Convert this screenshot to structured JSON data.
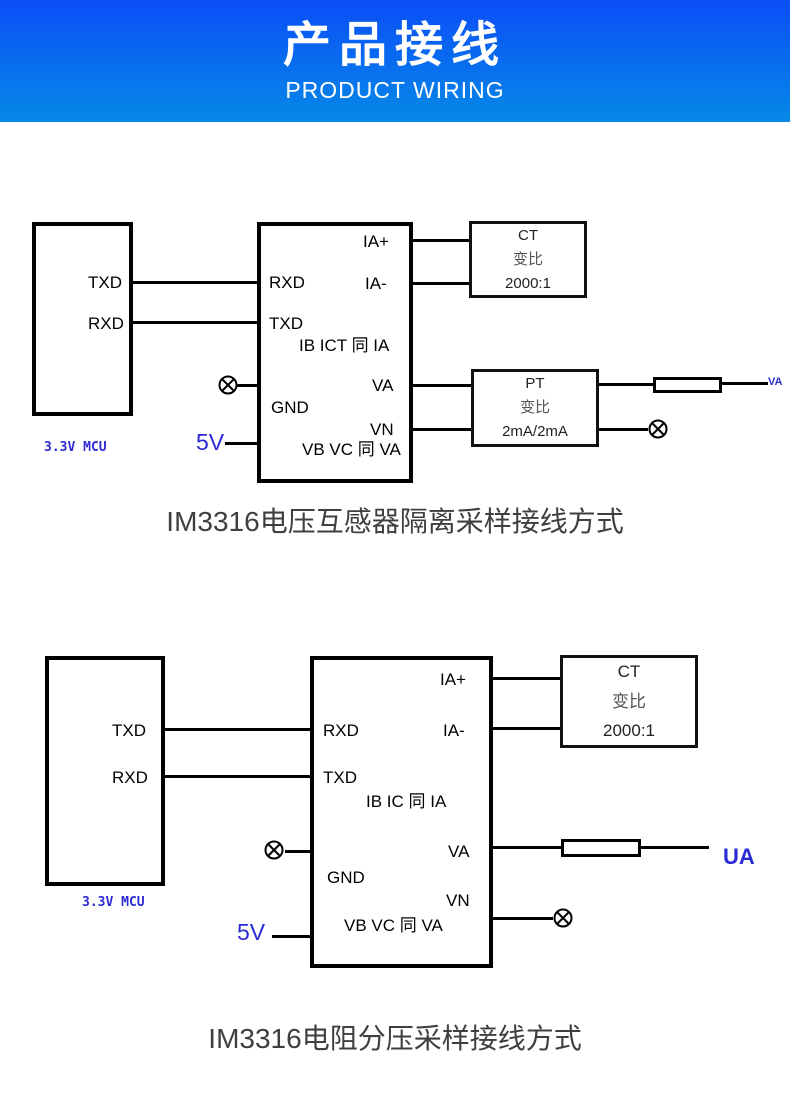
{
  "banner": {
    "title": "产品接线",
    "subtitle": "PRODUCT WIRING",
    "bg_top": "#0b4ef7",
    "bg_bottom": "#0689e7"
  },
  "colors": {
    "blue_label": "#2b2bd5",
    "wire": "#000000",
    "caption": "#3f3f3f"
  },
  "diagram1": {
    "caption": "IM3316电压互感器隔离采样接线方式",
    "mcu": {
      "txd": "TXD",
      "rxd": "RXD",
      "label": "3.3V MCU"
    },
    "supply": "5V",
    "chip": {
      "rxd": "RXD",
      "txd": "TXD",
      "gnd": "GND",
      "ia_plus": "IA+",
      "ia_minus": "IA-",
      "va": "VA",
      "vn": "VN",
      "note_current": "IB ICT 同 IA",
      "note_voltage": "VB VC 同 VA"
    },
    "ct_box": {
      "line1": "CT",
      "line2": "变比",
      "line3": "2000:1"
    },
    "pt_box": {
      "line1": "PT",
      "line2": "变比",
      "line3": "2mA/2mA"
    },
    "output_label": "VA"
  },
  "diagram2": {
    "caption": "IM3316电阻分压采样接线方式",
    "mcu": {
      "txd": "TXD",
      "rxd": "RXD",
      "label": "3.3V MCU"
    },
    "supply": "5V",
    "chip": {
      "rxd": "RXD",
      "txd": "TXD",
      "gnd": "GND",
      "ia_plus": "IA+",
      "ia_minus": "IA-",
      "va": "VA",
      "vn": "VN",
      "note_current": "IB IC 同 IA",
      "note_voltage": "VB VC 同 VA"
    },
    "ct_box": {
      "line1": "CT",
      "line2": "变比",
      "line3": "2000:1"
    },
    "output_label": "UA"
  }
}
